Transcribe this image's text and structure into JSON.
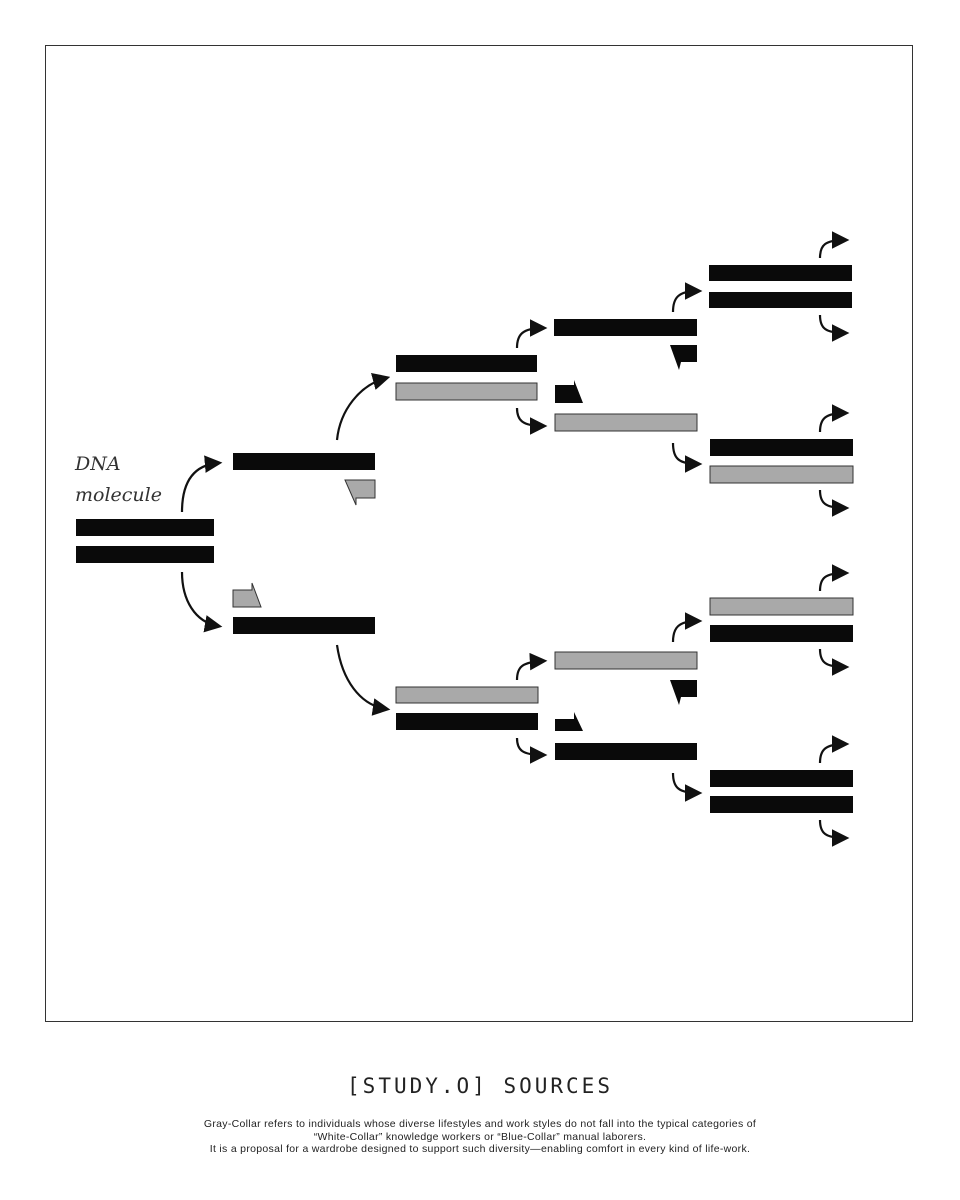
{
  "diagram": {
    "label_line1": "DNA",
    "label_line2": "molecule"
  },
  "footer": {
    "title": "[STUDY.O] SOURCES",
    "caption": [
      "Gray-Collar refers to individuals whose diverse lifestyles and work styles do not fall into the typical categories of",
      "“White-Collar” knowledge workers or “Blue-Collar” manual laborers.",
      "It is a proposal for a wardrobe designed to support such diversity—enabling comfort in every kind of life-work."
    ]
  },
  "colors": {
    "strand": "#0a0a0a",
    "new_strand": "#a9a9a9"
  }
}
